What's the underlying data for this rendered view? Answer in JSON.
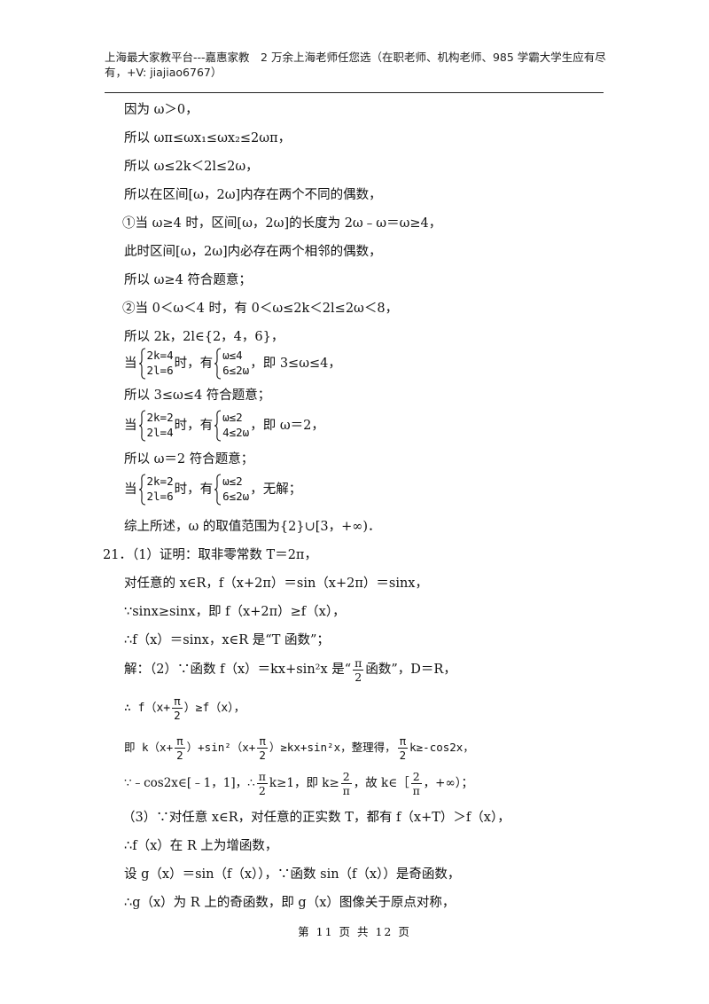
{
  "header": {
    "text": "上海最大家教平台---嘉惠家教　2 万余上海老师任您选（在职老师、机构老师、985 学霸大学生应有尽有，+V: jiajiao6767）"
  },
  "lines": {
    "l1": "因为 ω＞0，",
    "l2": "所以 ωπ≤ωx₁≤ωx₂≤2ωπ，",
    "l3": "所以 ω≤2k＜2l≤2ω，",
    "l4": "所以在区间[ω，2ω]内存在两个不同的偶数，",
    "l5": "①当 ω≥4 时，区间[ω，2ω]的长度为 2ω﹣ω＝ω≥4，",
    "l6": "此时区间[ω，2ω]内必存在两个相邻的偶数，",
    "l7": "所以 ω≥4 符合题意；",
    "l8": "②当 0＜ω＜4 时，有 0＜ω≤2k＜2l≤2ω＜8，",
    "l9": "所以 2k，2l∈{2，4，6}，",
    "s1_pre": "当",
    "s1_a": "2k=4",
    "s1_b": "2l=6",
    "s1_mid": "时，有",
    "s1_c": "ω≤4",
    "s1_d": "6≤2ω",
    "s1_post": "，即 3≤ω≤4，",
    "l10": "所以 3≤ω≤4 符合题意；",
    "s2_pre": "当",
    "s2_a": "2k=2",
    "s2_b": "2l=4",
    "s2_mid": "时，有",
    "s2_c": "ω≤2",
    "s2_d": "4≤2ω",
    "s2_post": "，即 ω＝2，",
    "l11": "所以 ω＝2 符合题意；",
    "s3_pre": "当",
    "s3_a": "2k=2",
    "s3_b": "2l=6",
    "s3_mid": "时，有",
    "s3_c": "ω≤2",
    "s3_d": "6≤2ω",
    "s3_post": "，无解；",
    "l12": "综上所述，ω 的取值范围为{2}∪[3，+∞)．",
    "l13": "21．（1）证明：取非零常数 T＝2π，",
    "l14": "对任意的 x∈R，f（x+2π）＝sin（x+2π）＝sinx，",
    "l15": "∵sinx≥sinx，即 f（x+2π）≥f（x），",
    "l16": "∴f（x）＝sinx，x∈R 是“T 函数”；",
    "l17_a": "解：（2）∵函数 f（x）＝kx+sin²x 是“",
    "l17_n": "π",
    "l17_d": "2",
    "l17_b": "函数”，D＝R，",
    "l18_a": "∴ f（x+",
    "l18_n": "π",
    "l18_d": "2",
    "l18_b": "）≥f（x），",
    "l19_a": "即 k（x+",
    "l19_n1": "π",
    "l19_d1": "2",
    "l19_b": "）+sin²（x+",
    "l19_n2": "π",
    "l19_d2": "2",
    "l19_c": "）≥kx+sin²x，整理得，",
    "l19_n3": "π",
    "l19_d3": "2",
    "l19_e": "k≥-cos2x，",
    "l20_a": "∵﹣cos2x∈[﹣1，1]，∴",
    "l20_n1": "π",
    "l20_d1": "2",
    "l20_b": "k≥1，即 k≥",
    "l20_n2": "2",
    "l20_d2": "π",
    "l20_c": "，故 k∈［",
    "l20_n3": "2",
    "l20_d3": "π",
    "l20_e": "，+∞）；",
    "l21": "（3）∵对任意 x∈R，对任意的正实数 T，都有 f（x+T）＞f（x），",
    "l22": "∴f（x）在 R 上为增函数，",
    "l23": "设 g（x）＝sin（f（x）），∵函数 sin（f（x））是奇函数，",
    "l24": "∴g（x）为 R 上的奇函数，即 g（x）图像关于原点对称，"
  },
  "footer": {
    "text": "第 11 页 共 12 页"
  }
}
